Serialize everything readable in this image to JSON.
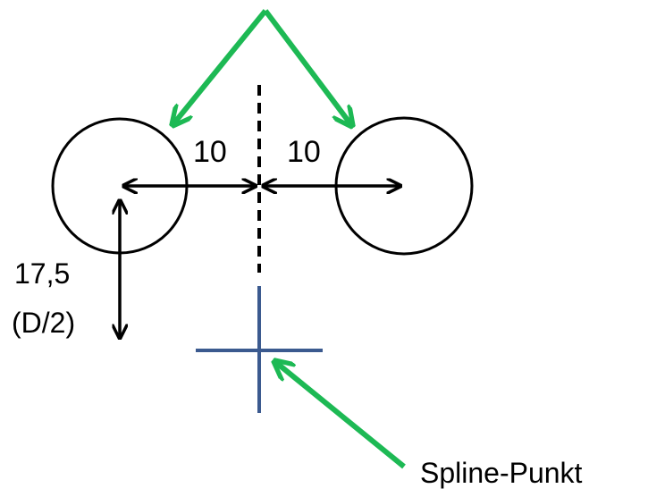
{
  "labels": {
    "dim_left": "10",
    "dim_right": "10",
    "offset_value": "17,5",
    "offset_formula": "(D/2)",
    "spline_point": "Spline-Punkt"
  },
  "colors": {
    "pointer_arrow": "#1db954",
    "spline_cross": "#3b5a8f",
    "outline": "#000000",
    "background": "#ffffff"
  }
}
